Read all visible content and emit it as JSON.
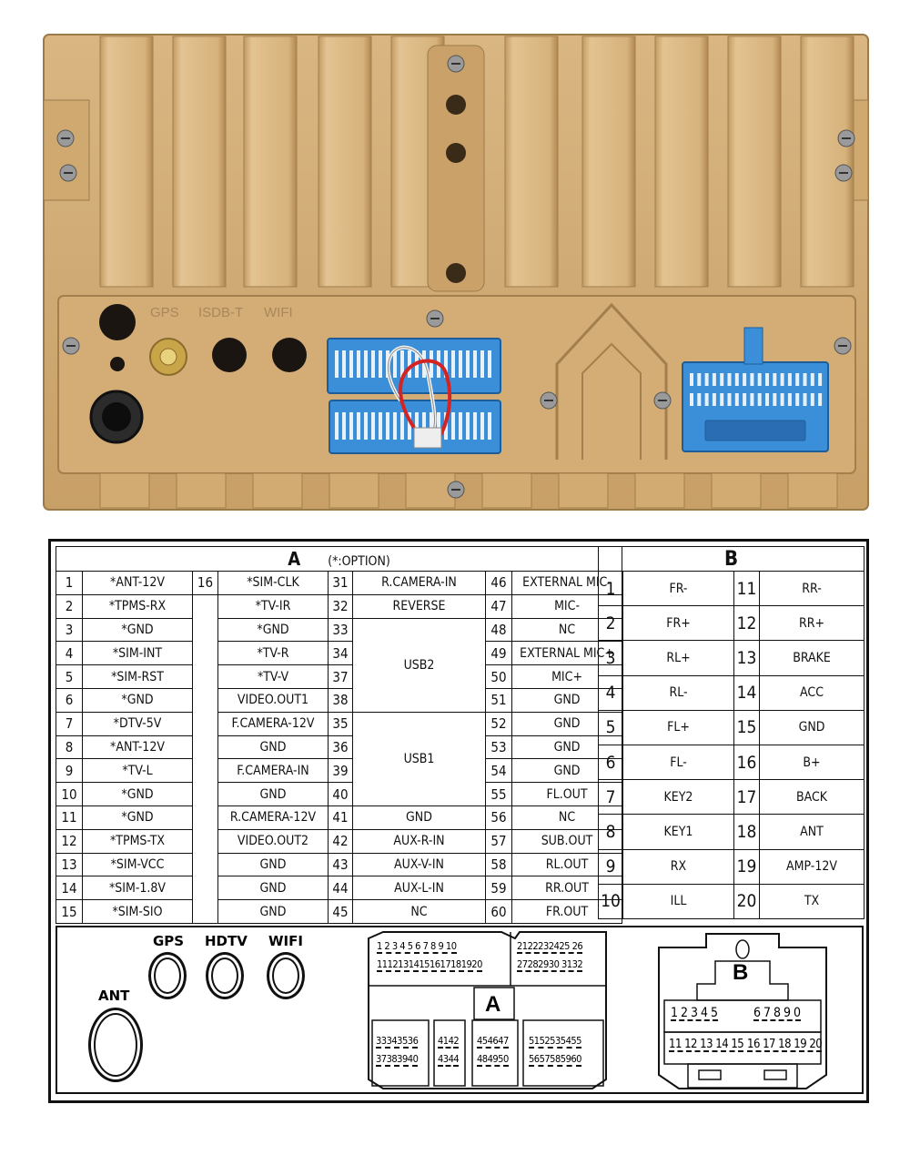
{
  "photo": {
    "labels": [
      "GPS",
      "ISDB-T",
      "WIFI"
    ],
    "colors": {
      "housing": "#d8b27f",
      "housing_dark": "#b8905a",
      "connector": "#3a8fd8",
      "screw": "#8a8a8a"
    }
  },
  "tableA": {
    "title": "A",
    "note": "(*:OPTION)",
    "rows": [
      [
        "1",
        "*ANT-12V",
        "16",
        "*SIM-CLK",
        "31",
        "R.CAMERA-IN",
        "46",
        "EXTERNAL MIC-"
      ],
      [
        "2",
        "*TPMS-RX",
        "",
        "*TV-IR",
        "32",
        "REVERSE",
        "47",
        "MIC-"
      ],
      [
        "3",
        "*GND",
        "",
        "*GND",
        "33",
        "",
        "48",
        "NC"
      ],
      [
        "4",
        "*SIM-INT",
        "",
        "*TV-R",
        "34",
        "",
        "49",
        "EXTERNAL MIC+"
      ],
      [
        "5",
        "*SIM-RST",
        "",
        "*TV-V",
        "37",
        "",
        "50",
        "MIC+"
      ],
      [
        "6",
        "*GND",
        "",
        "VIDEO.OUT1",
        "38",
        "",
        "51",
        "GND"
      ],
      [
        "7",
        "*DTV-5V",
        "",
        "F.CAMERA-12V",
        "35",
        "",
        "52",
        "GND"
      ],
      [
        "8",
        "*ANT-12V",
        "",
        "GND",
        "36",
        "",
        "53",
        "GND"
      ],
      [
        "9",
        "*TV-L",
        "",
        "F.CAMERA-IN",
        "39",
        "",
        "54",
        "GND"
      ],
      [
        "10",
        "*GND",
        "",
        "GND",
        "40",
        "",
        "55",
        "FL.OUT"
      ],
      [
        "11",
        "*GND",
        "",
        "R.CAMERA-12V",
        "41",
        "GND",
        "56",
        "NC"
      ],
      [
        "12",
        "*TPMS-TX",
        "",
        "VIDEO.OUT2",
        "42",
        "AUX-R-IN",
        "57",
        "SUB.OUT"
      ],
      [
        "13",
        "*SIM-VCC",
        "",
        "GND",
        "43",
        "AUX-V-IN",
        "58",
        "RL.OUT"
      ],
      [
        "14",
        "*SIM-1.8V",
        "",
        "GND",
        "44",
        "AUX-L-IN",
        "59",
        "RR.OUT"
      ],
      [
        "15",
        "*SIM-SIO",
        "",
        "GND",
        "45",
        "NC",
        "60",
        "FR.OUT"
      ]
    ],
    "usb2": "USB2",
    "usb1": "USB1"
  },
  "tableB": {
    "title": "B",
    "rows": [
      [
        "1",
        "FR-",
        "11",
        "RR-"
      ],
      [
        "2",
        "FR+",
        "12",
        "RR+"
      ],
      [
        "3",
        "RL+",
        "13",
        "BRAKE"
      ],
      [
        "4",
        "RL-",
        "14",
        "ACC"
      ],
      [
        "5",
        "FL+",
        "15",
        "GND"
      ],
      [
        "6",
        "FL-",
        "16",
        "B+"
      ],
      [
        "7",
        "KEY2",
        "17",
        "BACK"
      ],
      [
        "8",
        "KEY1",
        "18",
        "ANT"
      ],
      [
        "9",
        "RX",
        "19",
        "AMP-12V"
      ],
      [
        "10",
        "ILL",
        "20",
        "TX"
      ]
    ]
  },
  "jacks": {
    "gps": "GPS",
    "hdtv": "HDTV",
    "wifi": "WIFI",
    "ant": "ANT"
  },
  "connA": {
    "letter": "A",
    "row1": "1 2 3 4 5 6 7 8 9 10",
    "row2": "11121314151617181920",
    "row3": "2122232425 26",
    "row4": "27282930 3132",
    "row5": "33343536",
    "row6": "37383940",
    "row7": "4142",
    "row8": "4344",
    "row9": "454647",
    "row10": "484950",
    "row11": "5152535455",
    "row12": "5657585960"
  },
  "connB": {
    "letter": "B",
    "row1": "1 2 3 4 5",
    "row2": "6 7 8 9 0",
    "row3": "11 12 13 14 15",
    "row4": "16 17 18 19 20"
  }
}
